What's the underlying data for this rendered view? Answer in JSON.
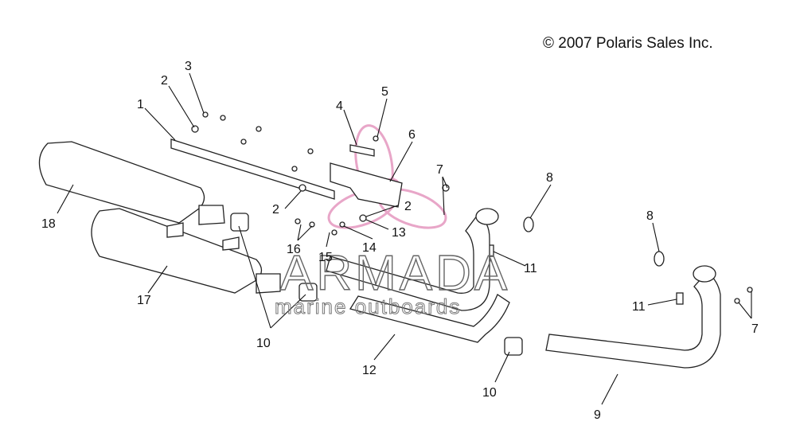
{
  "copyright": "© 2007 Polaris Sales Inc.",
  "watermark": {
    "brand": "ARMADA",
    "tagline": "marine outboards",
    "color": "#e8a6c8"
  },
  "callouts": [
    "1",
    "2",
    "3",
    "2",
    "4",
    "5",
    "6",
    "2",
    "13",
    "7",
    "8",
    "8",
    "11",
    "11",
    "7",
    "16",
    "15",
    "14",
    "18",
    "17",
    "10",
    "12",
    "10",
    "9"
  ]
}
